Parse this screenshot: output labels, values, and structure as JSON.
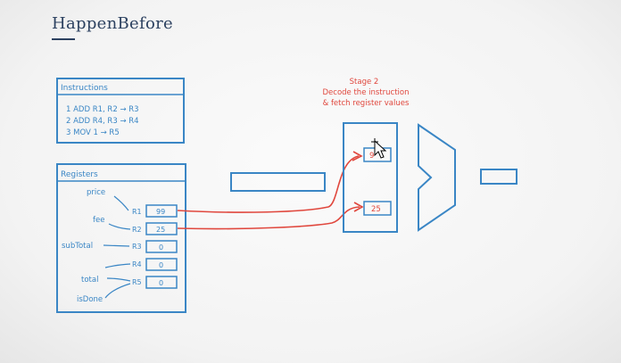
{
  "title": "HappenBefore",
  "colors": {
    "blue": "#3a86c5",
    "red": "#e0473d",
    "title": "#2c4160"
  },
  "instructions": {
    "heading": "Instructions",
    "lines": [
      "1 ADD R1, R2 → R3",
      "2 ADD R4, R3 → R4",
      "3 MOV 1 → R5"
    ]
  },
  "registers": {
    "heading": "Registers",
    "rows": [
      {
        "var": "price",
        "reg": "R1",
        "value": "99"
      },
      {
        "var": "fee",
        "reg": "R2",
        "value": "25"
      },
      {
        "var": "subTotal",
        "reg": "R3",
        "value": "0"
      },
      {
        "var": "",
        "reg": "R4",
        "value": "0"
      },
      {
        "var": "total",
        "reg": "R5",
        "value": "0"
      },
      {
        "var": "isDone",
        "reg": "",
        "value": ""
      }
    ]
  },
  "stage": {
    "label_lines": [
      "Stage 2",
      "Decode the instruction",
      "& fetch register values"
    ],
    "slot_top_value": "9",
    "slot_bottom_value": "25"
  }
}
